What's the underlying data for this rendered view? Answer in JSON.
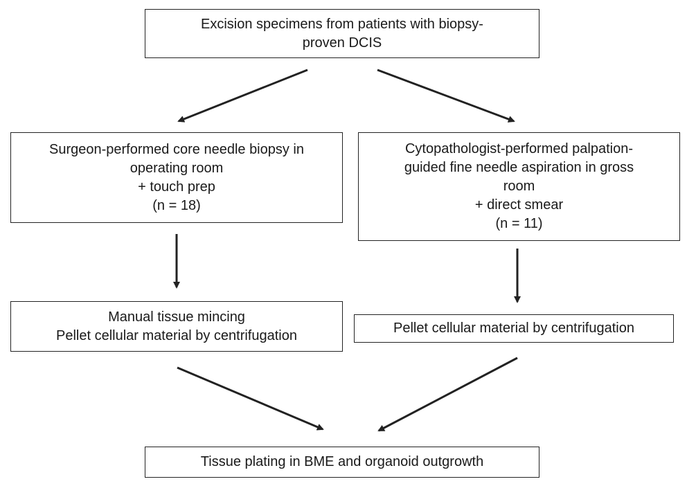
{
  "diagram": {
    "top_box": {
      "lines": [
        "Excision specimens from patients with biopsy-",
        "proven DCIS"
      ]
    },
    "left_method_box": {
      "lines": [
        "Surgeon-performed core needle biopsy in",
        "operating room",
        "+ touch prep",
        "(n = 18)"
      ]
    },
    "right_method_box": {
      "lines": [
        "Cytopathologist-performed palpation-",
        "guided fine needle aspiration in gross",
        "room",
        "+ direct smear",
        "(n = 11)"
      ]
    },
    "left_processing_box": {
      "lines": [
        "Manual tissue mincing",
        "Pellet cellular material by centrifugation"
      ]
    },
    "right_processing_box": {
      "lines": [
        "Pellet cellular material by centrifugation"
      ]
    },
    "bottom_box": {
      "lines": [
        "Tissue plating in BME and organoid outgrowth"
      ]
    }
  }
}
